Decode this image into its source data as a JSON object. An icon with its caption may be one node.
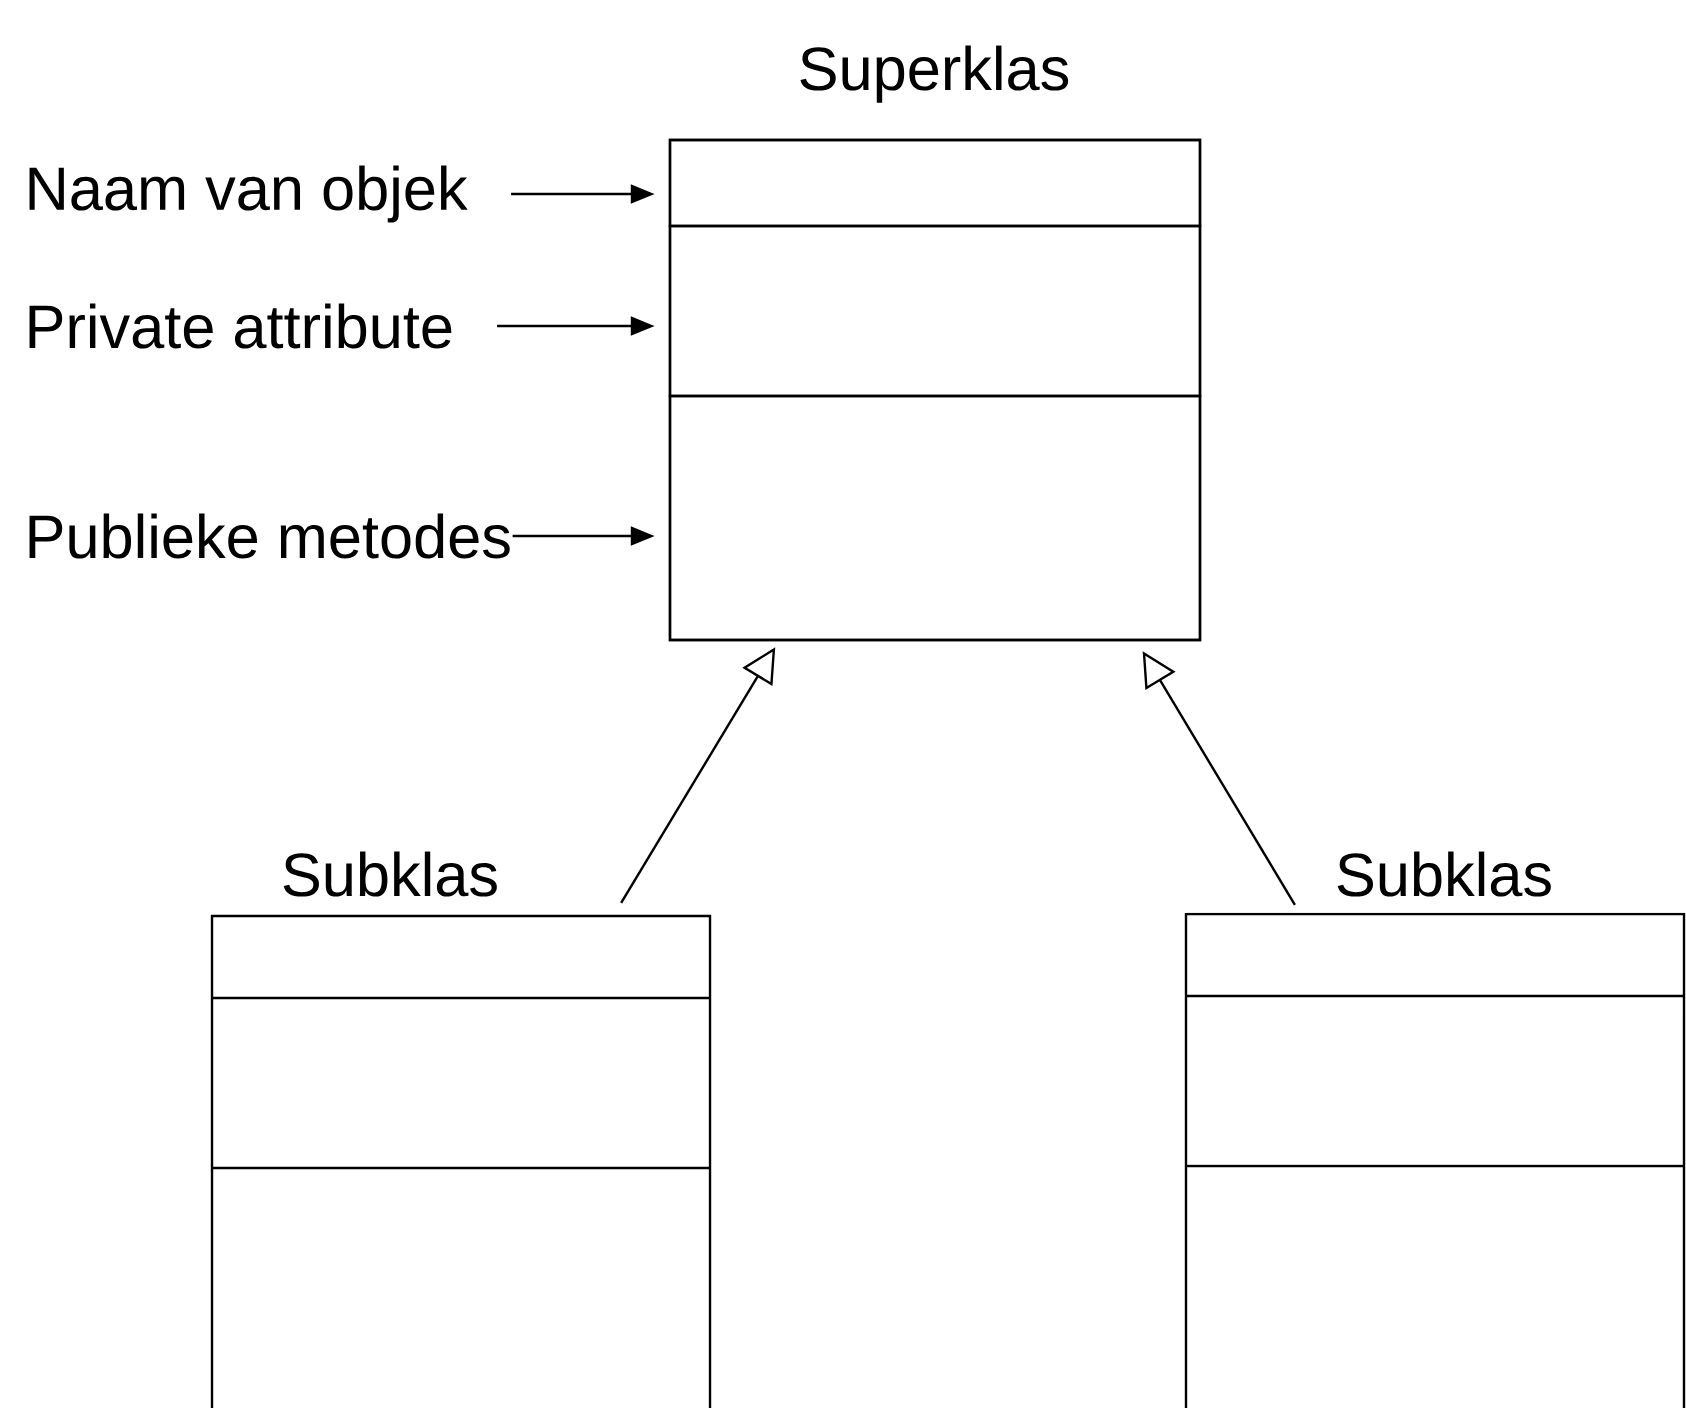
{
  "diagram": {
    "nodes": [
      {
        "text": [
          "Superklas"
        ]
      },
      {
        "text": [],
        "shape": "box",
        "in": 0
      },
      {
        "text": [],
        "shape": "box",
        "in": 0
      },
      {
        "text": [],
        "shape": "box",
        "in": 0
      },
      {
        "text": [
          "Naam van objek"
        ]
      },
      {
        "text": [
          "Private attribute"
        ]
      },
      {
        "text": [
          "Publieke metodes"
        ]
      },
      {
        "text": [
          "Subklas"
        ]
      },
      {
        "text": [
          "Subklas"
        ]
      }
    ],
    "edges": [
      {
        "from": 4,
        "to": 1,
        "arrow": "to"
      },
      {
        "from": 5,
        "to": 2,
        "arrow": "to"
      },
      {
        "from": 6,
        "to": 3,
        "arrow": "to"
      },
      {
        "from": 7,
        "to": 0,
        "arrow": "to"
      },
      {
        "from": 8,
        "to": 0,
        "arrow": "to"
      }
    ]
  }
}
